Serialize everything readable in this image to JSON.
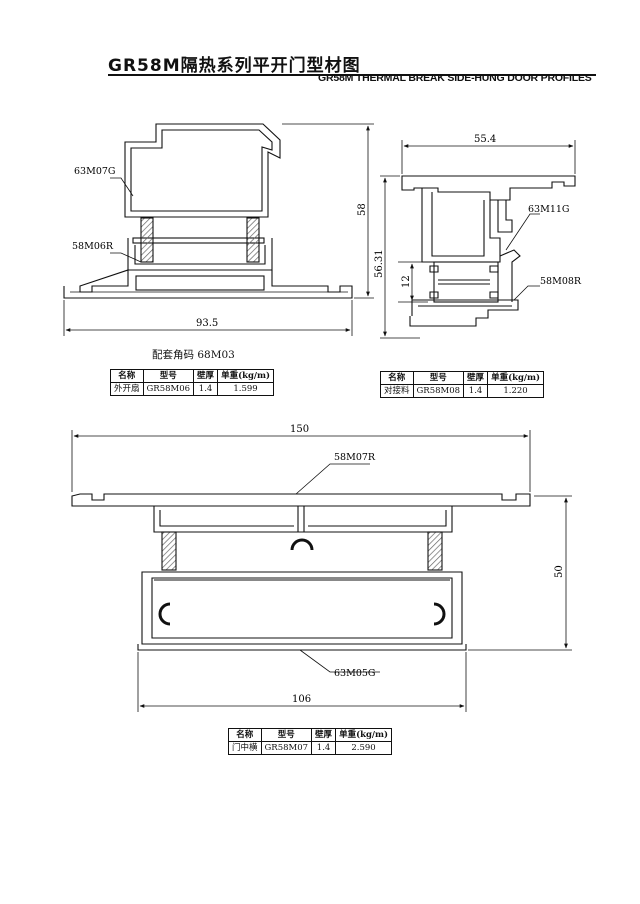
{
  "title": {
    "cn": "GR58M隔热系列平开门型材图",
    "en": "GR58M THERMAL BREAK SIDE-HUNG DOOR PROFILES"
  },
  "profile_a": {
    "labels": {
      "top": "63M07G",
      "bottom": "58M06R"
    },
    "dims": {
      "width": "93.5",
      "height": "58"
    },
    "caption": "配套角码 68M03"
  },
  "profile_b": {
    "labels": {
      "top": "63M11G",
      "bottom": "58M08R"
    },
    "dims": {
      "width": "55.4",
      "height": "56.31",
      "gap": "12"
    }
  },
  "profile_c": {
    "labels": {
      "top": "58M07R",
      "bottom": "63M05G"
    },
    "dims": {
      "top_width": "150",
      "bottom_width": "106",
      "height": "50"
    }
  },
  "tables": {
    "header": [
      "名称",
      "型号",
      "壁厚",
      "单重(kg/m)"
    ],
    "a": [
      "外开扇",
      "GR58M06",
      "1.4",
      "1.599"
    ],
    "b": [
      "对接料",
      "GR58M08",
      "1.4",
      "1.220"
    ],
    "c": [
      "门中横",
      "GR58M07",
      "1.4",
      "2.590"
    ]
  },
  "colors": {
    "ink": "#111111",
    "hatch": "#777777",
    "paper": "#ffffff"
  }
}
